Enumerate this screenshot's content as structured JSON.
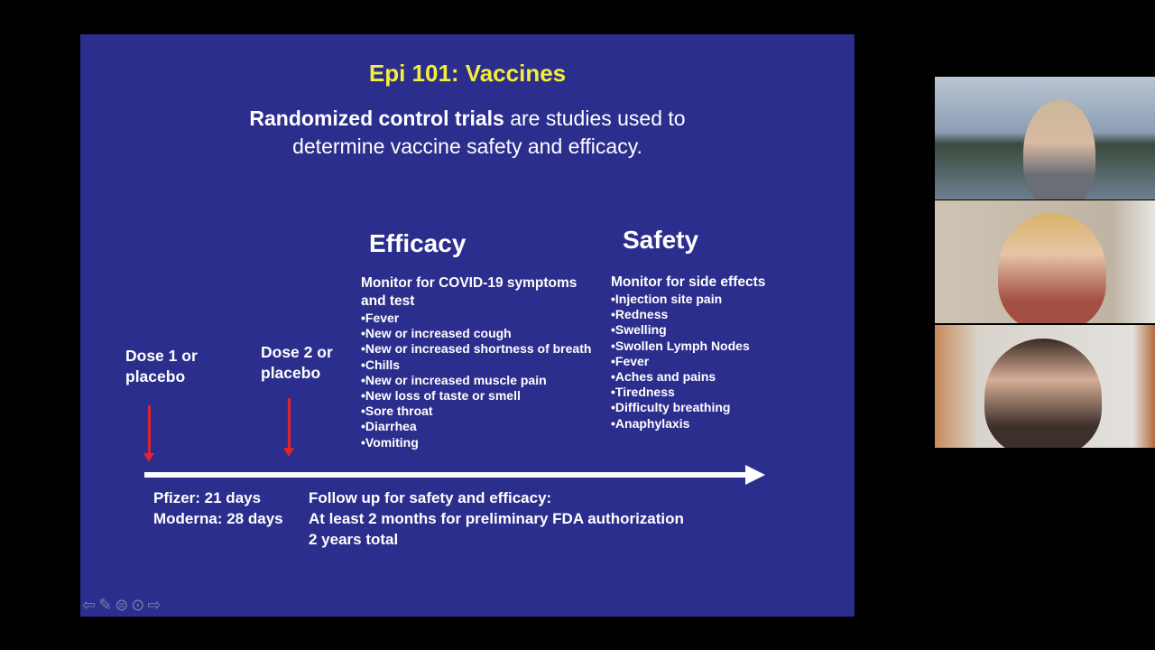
{
  "slide": {
    "title": "Epi 101: Vaccines",
    "subtitle_bold": "Randomized control trials",
    "subtitle_rest": " are studies used to",
    "subtitle_line2": "determine vaccine safety and efficacy.",
    "efficacy": {
      "heading": "Efficacy",
      "monitor": "Monitor for COVID-19 symptoms and test",
      "items": [
        "•Fever",
        "•New or increased cough",
        "•New or increased shortness of breath",
        "•Chills",
        "•New or increased muscle pain",
        "•New loss of taste or smell",
        "•Sore throat",
        "•Diarrhea",
        "•Vomiting"
      ]
    },
    "safety": {
      "heading": "Safety",
      "monitor": "Monitor for side effects",
      "items": [
        "•Injection site pain",
        "•Redness",
        "•Swelling",
        "•Swollen Lymph Nodes",
        "•Fever",
        "•Aches and pains",
        "•Tiredness",
        "•Difficulty breathing",
        "•Anaphylaxis"
      ]
    },
    "dose1": "Dose 1 or placebo",
    "dose2": "Dose 2 or placebo",
    "interval": [
      "Pfizer: 21 days",
      "Moderna: 28 days"
    ],
    "followup": [
      "Follow up for safety and efficacy:",
      "At least 2 months for preliminary FDA authorization",
      "2 years total"
    ]
  },
  "colors": {
    "slide_bg": "#2c2e8e",
    "title": "#f2ee3a",
    "arrow": "#e0242a"
  },
  "nav_icons": [
    "arrow-left-icon",
    "pen-icon",
    "menu-icon",
    "more-icon",
    "arrow-right-icon"
  ]
}
